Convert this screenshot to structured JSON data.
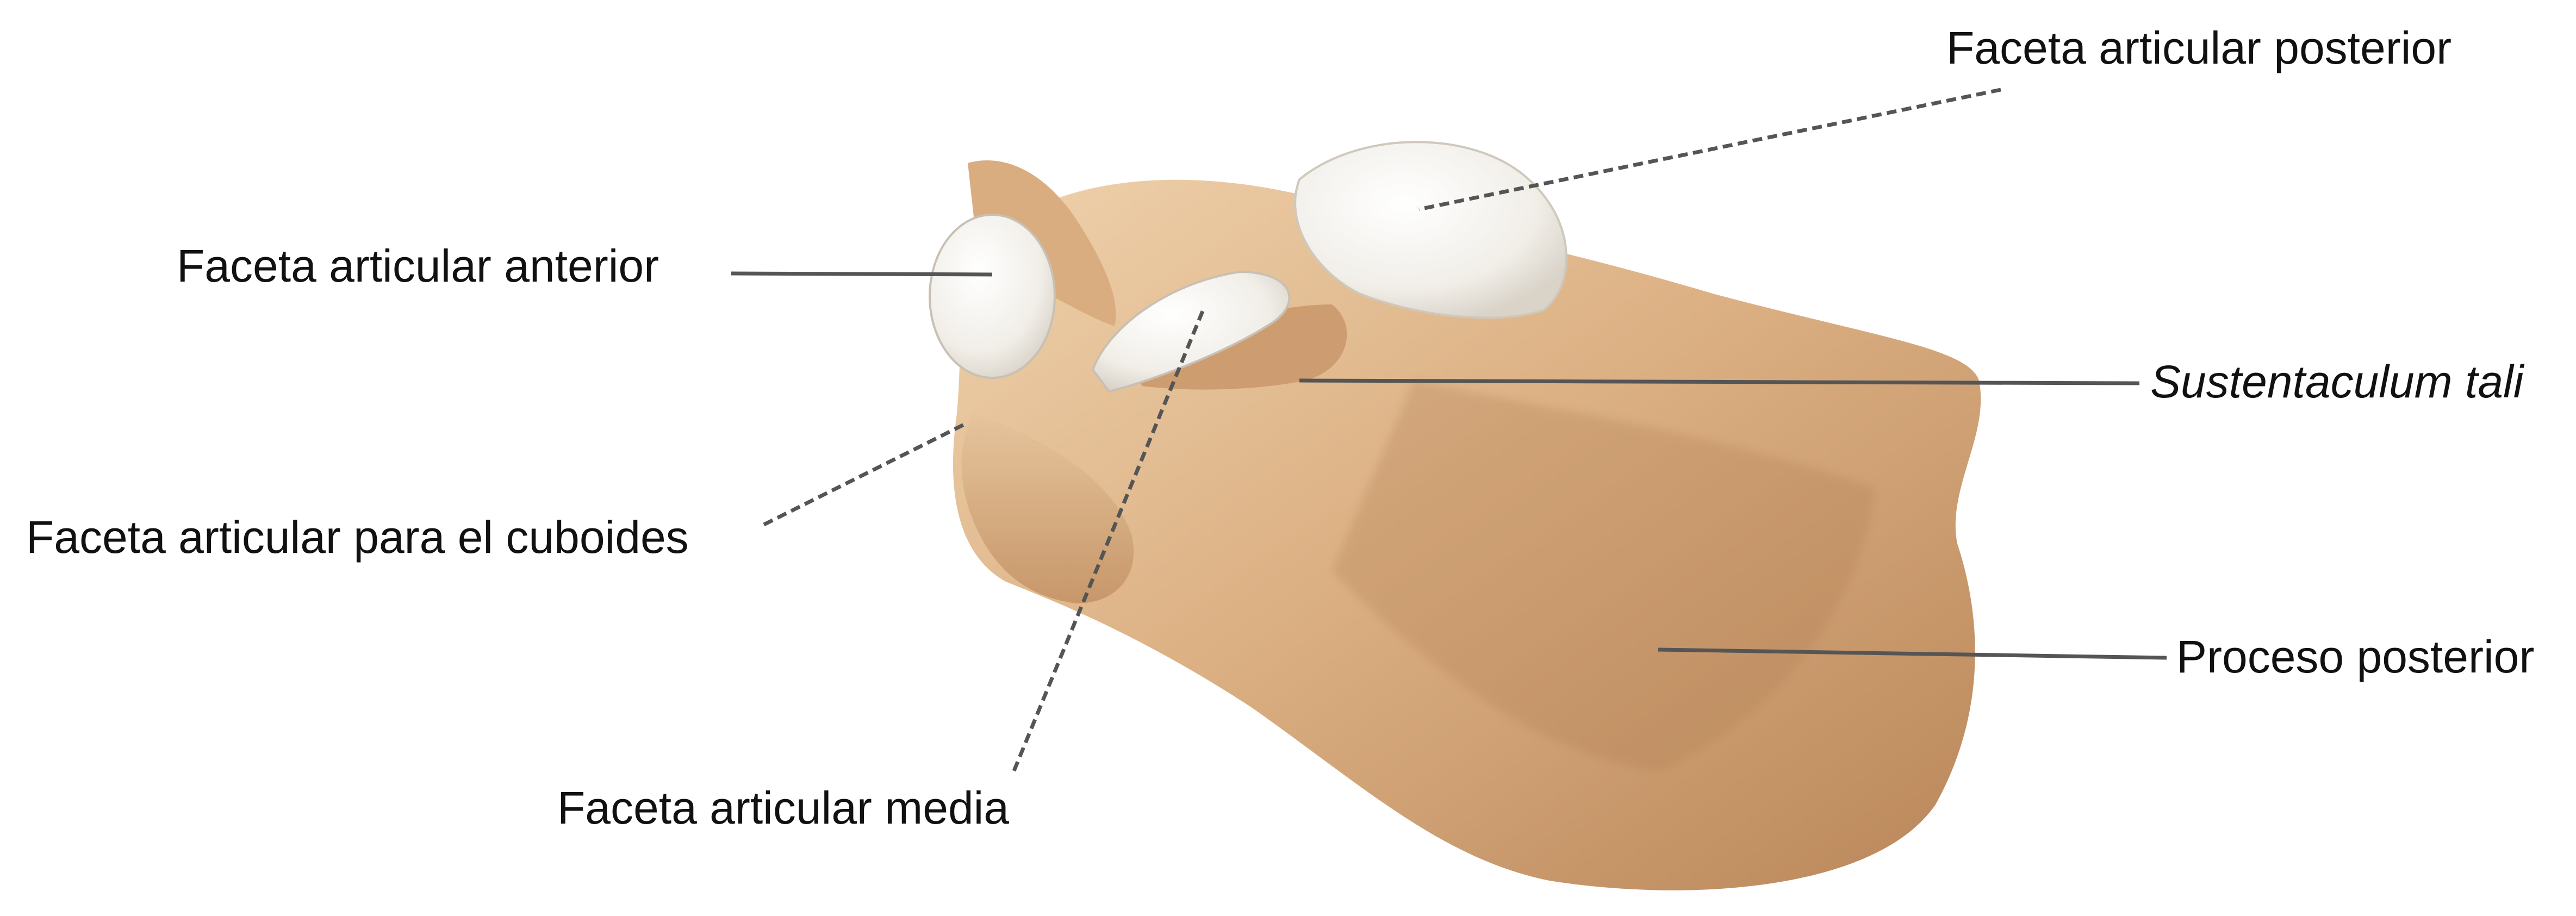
{
  "figure": {
    "labels": {
      "posterior_facet": "Faceta articular posterior",
      "anterior_facet": "Faceta articular anterior",
      "sustentaculum": "Sustentaculum tali",
      "cuboid_facet": "Faceta articular para el cuboides",
      "posterior_process": "Proceso posterior",
      "middle_facet": "Faceta articular media"
    },
    "colors": {
      "bone_light": "#e9c9a2",
      "bone_mid": "#d2a679",
      "bone_dark": "#a9784f",
      "cartilage": "#f4f2ee",
      "leader": "#555555",
      "text": "#111111"
    }
  }
}
